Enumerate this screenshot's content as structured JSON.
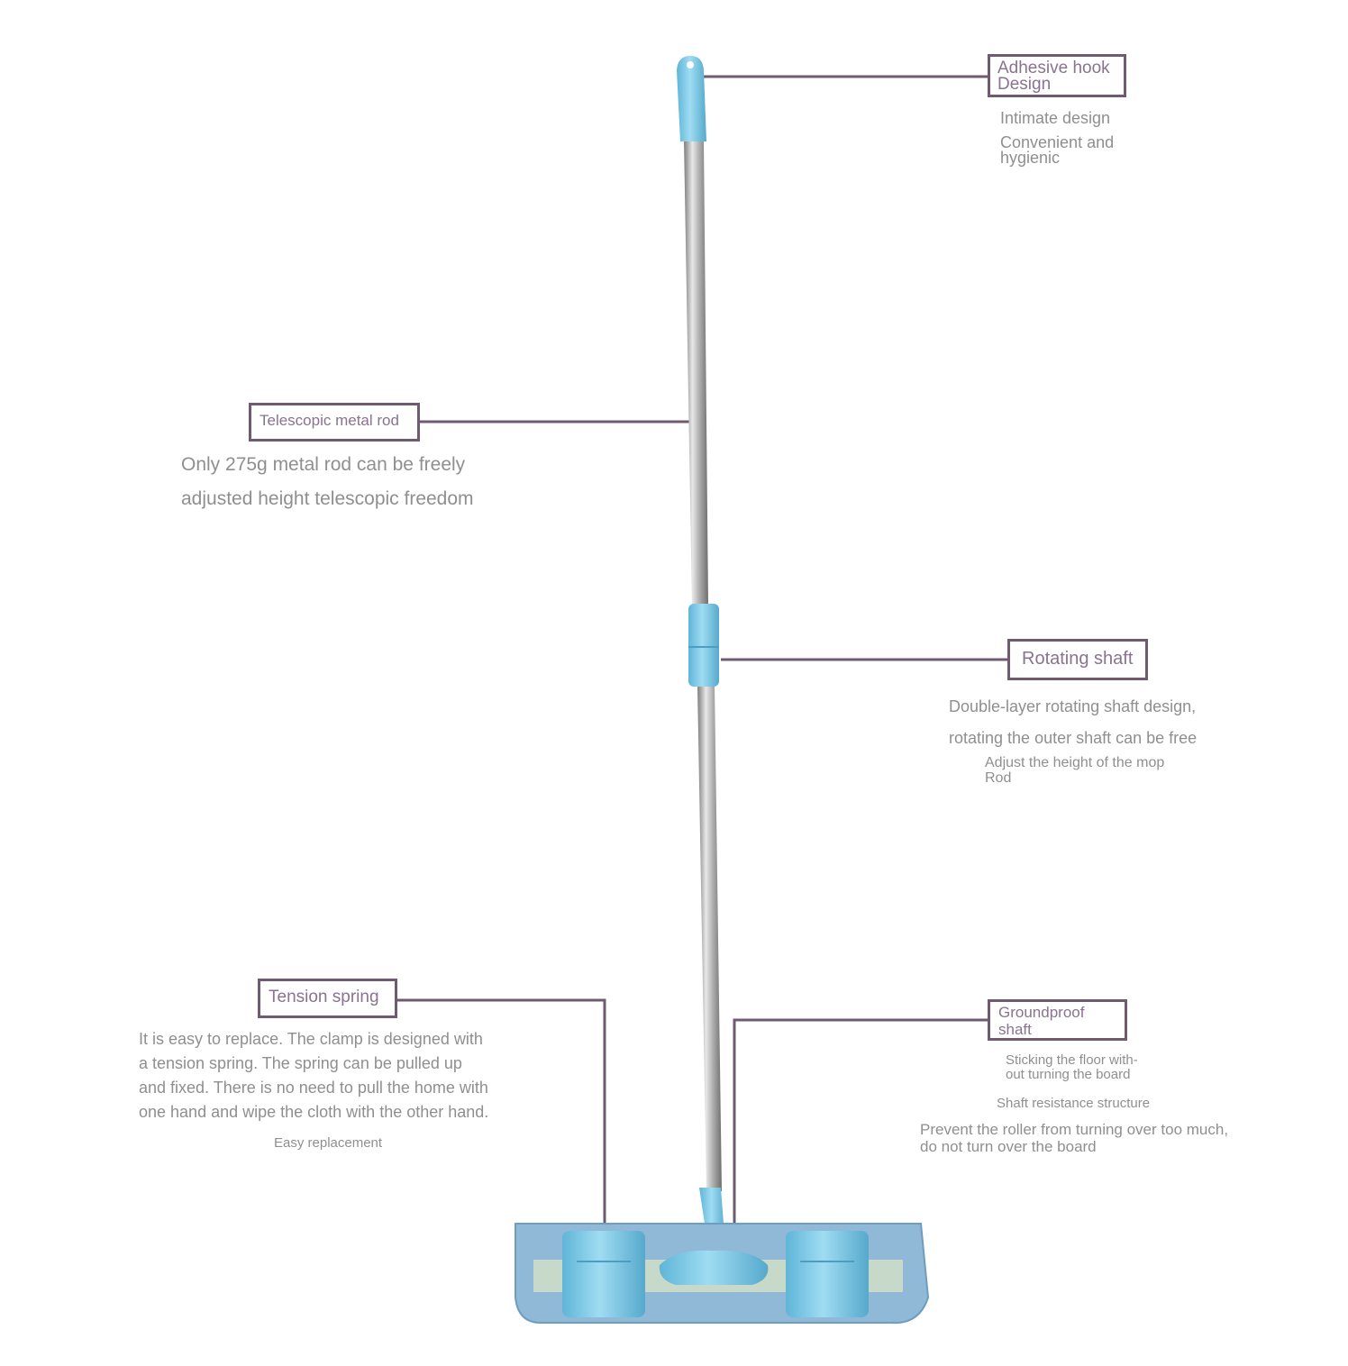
{
  "colors": {
    "leader_line": "#6f5a6f",
    "box_border": "#6f5a6f",
    "box_text": "#8a7290",
    "description_text": "#8f8f8f",
    "plastic_blue": "#7ec9e6",
    "metal_rod": "#b8b8b8",
    "mop_cloth": "#8fb9d6"
  },
  "callouts": {
    "hook": {
      "title_lines": [
        "Adhesive hook",
        "Design"
      ],
      "descriptions": [
        "Intimate design",
        "Convenient and",
        "hygienic"
      ]
    },
    "rod": {
      "title": "Telescopic metal rod",
      "descriptions": [
        "Only 275g metal rod can be freely",
        "adjusted height telescopic freedom"
      ]
    },
    "shaft": {
      "title": "Rotating shaft",
      "descriptions": [
        "Double-layer rotating shaft design,",
        "rotating the outer shaft can be free",
        "Adjust the height of the mop",
        "Rod"
      ]
    },
    "spring": {
      "title": "Tension spring",
      "descriptions": [
        "It is easy to replace. The clamp is designed with",
        "a tension spring. The spring can be pulled up",
        "and fixed. There is no need to pull the home with",
        "one hand and wipe the cloth with the other hand."
      ],
      "footnote": "Easy replacement"
    },
    "ground": {
      "title_lines": [
        "Groundproof",
        "shaft"
      ],
      "descriptions": [
        "Sticking the floor with-",
        "out turning the board",
        "Shaft resistance structure",
        "Prevent the roller from turning over too much,",
        "do not turn over the board"
      ]
    }
  }
}
